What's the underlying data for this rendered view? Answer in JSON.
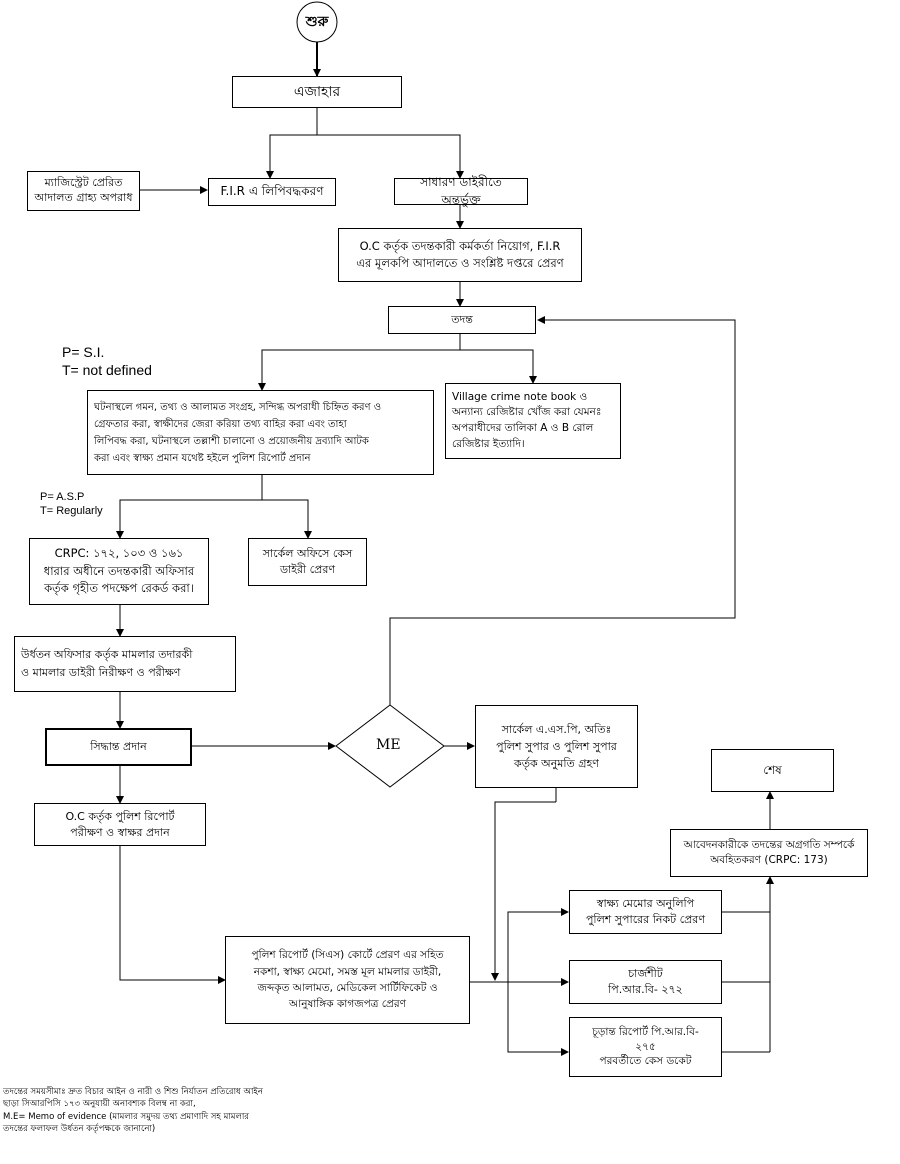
{
  "nodes": {
    "start": "শুরু",
    "ejahar": "এজাহার",
    "magistrate": "ম্যাজিস্ট্রেট প্রেরিত\nআদালত গ্রাহ্য অপরাধ",
    "fir": "F.I.R এ লিপিবদ্ধকরণ",
    "general_diary": "সাধারণ ডাইরীতে অন্তর্ভুক্ত",
    "oc_assign": "O.C কর্তৃক তদন্তকারী কর্মকর্তা নিয়োগ, F.I.R\nএর মূলকপি আদালতে ও সংশ্লিষ্ট দপ্তরে প্রেরণ",
    "investigation": "তদন্ত",
    "scene": "ঘটনাস্থলে গমন, তথ্য ও আলামত সংগ্রহ, সন্দিগ্ধ অপরাধী চিহ্নিত করণ ও\nগ্রেফতার করা, স্বাক্ষীদের জেরা করিয়া তথ্য বাহির করা এবং তাহা\nলিপিবদ্ধ করা, ঘটনাস্থলে তল্লাশী চালানো ও প্রয়োজনীয় দ্রব্যাদি আটক\nকরা এবং স্বাক্ষ্য প্রমান যথেষ্ট হইলে পুলিশ রিপোর্ট প্রদান",
    "village": "Village crime note book ও\nঅন্যান্য রেজিষ্টার খোঁজ করা যেমনঃ\nঅপরাধীদের তালিকা A ও B রোল\nরেজিষ্টার ইত্যাদি।",
    "crpc": "CRPC: ১৭২, ১০৩ ও ১৬১\nধারার অধীনে তদন্তকারী অফিসার\nকর্তৃক গৃহীত পদক্ষেপ রেকর্ড করা।",
    "circle_office": "সার্কেল অফিসে কেস\nডাইরী প্রেরণ",
    "superior": "উর্ধতন অফিসার কর্তৃক মামলার তদারকী\nও মামলার ডাইরী নিরীক্ষণ ও পরীক্ষণ",
    "decision": "সিদ্ধান্ত প্রদান",
    "me": "ME",
    "circle_asp": "সার্কেল এ.এস.পি, অতিঃ\nপুলিশ সুপার ও পুলিশ সুপার\nকর্তৃক অনুমতি গ্রহণ",
    "oc_report": "O.C কর্তৃক পুলিশ রিপোর্ট\nপরীক্ষণ ও স্বাক্ষর প্রদান",
    "police_report": "পুলিশ রিপোর্ট (সিএস) কোর্টে প্রেরণ এর সহিত\nনকশা, স্বাক্ষ্য মেমো, সমস্ত মূল মামলার ডাইরী,\nজব্দকৃত আলামত, মেডিকেল সার্টিফিকেট ও\nআনুষাঙ্গিক কাগজপত্র প্রেরণ",
    "memo_copy": "স্বাক্ষ্য মেমোর অনুলিপি\nপুলিশ সুপারের নিকট প্রেরণ",
    "chargesheet": "চার্জশীট\nপি.আর.বি- ২৭২",
    "final_report": "চূড়ান্ত রিপোর্ট পি.আর.বি-\n২৭৫\nপরবর্তীতে কেস ডকেট",
    "inform": "আবেদনকারীকে তদন্তের অগ্রগতি সম্পর্কে\nঅবহিতকরণ (CRPC: 173)",
    "end": "শেষ"
  },
  "labels": {
    "pt1": "P= S.I.\nT= not defined",
    "pt2": "P= A.S.P\nT= Regularly"
  },
  "footnote": {
    "line1": "তদন্তের সময়সীমাঃ দ্রুত বিচার আইন ও নারী ও শিশু নির্যাতন প্রতিরোধ আইন",
    "line2": "ছাড়া সিআরপিসি ১৭৩ অনুযায়ী অনাবশ্যক বিলম্ব না করা,",
    "line3": "M.E= Memo of evidence (মামলার সমুদয় তথ্য প্রমাণাদি সহ মামলার",
    "line4": "তদন্তের ফলাফল উর্ধতন কর্তৃপক্ষকে জানানো)"
  }
}
